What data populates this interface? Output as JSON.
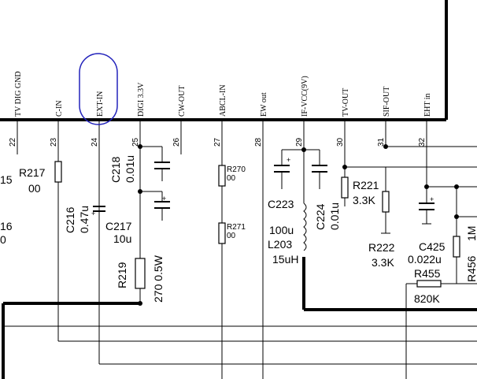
{
  "pins": [
    {
      "label": "TV DIG GND",
      "number": "22"
    },
    {
      "label": "C-IN",
      "number": "23"
    },
    {
      "label": "EXT-IN",
      "number": "24"
    },
    {
      "label": "DIGI 3.3V",
      "number": "25"
    },
    {
      "label": "CW-OUT",
      "number": "26"
    },
    {
      "label": "ABCL-IN",
      "number": "27"
    },
    {
      "label": "EW out",
      "number": "28"
    },
    {
      "label": "IF-VCC(9V)",
      "number": "29"
    },
    {
      "label": "TV-OUT",
      "number": "30"
    },
    {
      "label": "SIF-OUT",
      "number": "31"
    },
    {
      "label": "EHT in",
      "number": "32"
    }
  ],
  "components": {
    "r217": {
      "ref": "R217",
      "value": "00"
    },
    "c216": {
      "ref": "C216",
      "value": "0.47u"
    },
    "c218": {
      "ref": "C218",
      "value": "0.01u"
    },
    "c217": {
      "ref": "C217",
      "value": "10u"
    },
    "r219": {
      "ref": "R219",
      "value": "270 0.5W"
    },
    "r270": {
      "ref": "R270",
      "value": "00"
    },
    "r271": {
      "ref": "R271",
      "value": "00"
    },
    "c223": {
      "ref": "C223"
    },
    "c224": {
      "ref": "C224",
      "value": "0.01u"
    },
    "l203": {
      "ref": "L203",
      "value_top": "100u",
      "value_bottom": "15uH"
    },
    "r221": {
      "ref": "R221",
      "value": "3.3K"
    },
    "r222": {
      "ref": "R222",
      "value": "3.3K"
    },
    "c425": {
      "ref": "C425",
      "value": "0.022u"
    },
    "r455": {
      "ref": "R455",
      "value": "820K"
    },
    "r456": {
      "ref": "R456"
    },
    "edge_1m": {
      "text": "1M"
    }
  },
  "edge_fragments": {
    "a": "15",
    "b": "16",
    "c": "0"
  },
  "annotation": {
    "color": "#2222bb",
    "target": "EXT-IN"
  }
}
